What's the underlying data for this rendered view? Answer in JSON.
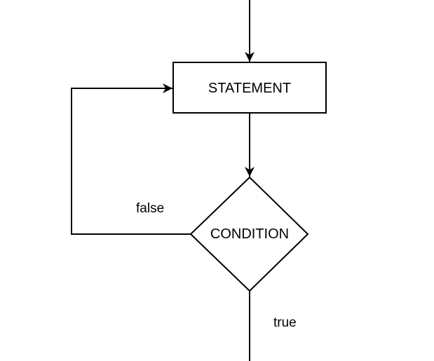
{
  "diagram": {
    "nodes": {
      "statement": {
        "label": "STATEMENT",
        "shape": "rectangle"
      },
      "condition": {
        "label": "CONDITION",
        "shape": "diamond"
      }
    },
    "edges": {
      "entry": {
        "from": "",
        "to": "statement",
        "label": ""
      },
      "statement_to_condition": {
        "from": "statement",
        "to": "condition",
        "label": ""
      },
      "false_loop": {
        "from": "condition",
        "to": "statement",
        "label": "false"
      },
      "true_exit": {
        "from": "condition",
        "to": "",
        "label": "true"
      }
    }
  },
  "colors": {
    "stroke": "#000000",
    "background": "#ffffff"
  }
}
